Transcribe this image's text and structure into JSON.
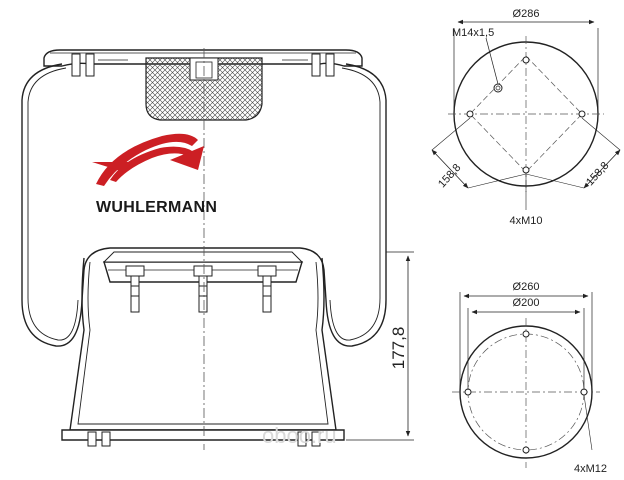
{
  "brand": {
    "name": "WUHLERMANN",
    "logo_color": "#cc1f24"
  },
  "side_view": {
    "height_label": "177,8"
  },
  "top_plate": {
    "outer_diameter": "Ø286",
    "thread_label": "M14x1,5",
    "offset_left": "158,8",
    "offset_right": "158,8",
    "bolts_label": "4xM10"
  },
  "bottom_plate": {
    "outer_diameter": "Ø260",
    "bolt_circle": "Ø200",
    "bolts_label": "4xM12"
  },
  "watermark": "oboo.ru"
}
